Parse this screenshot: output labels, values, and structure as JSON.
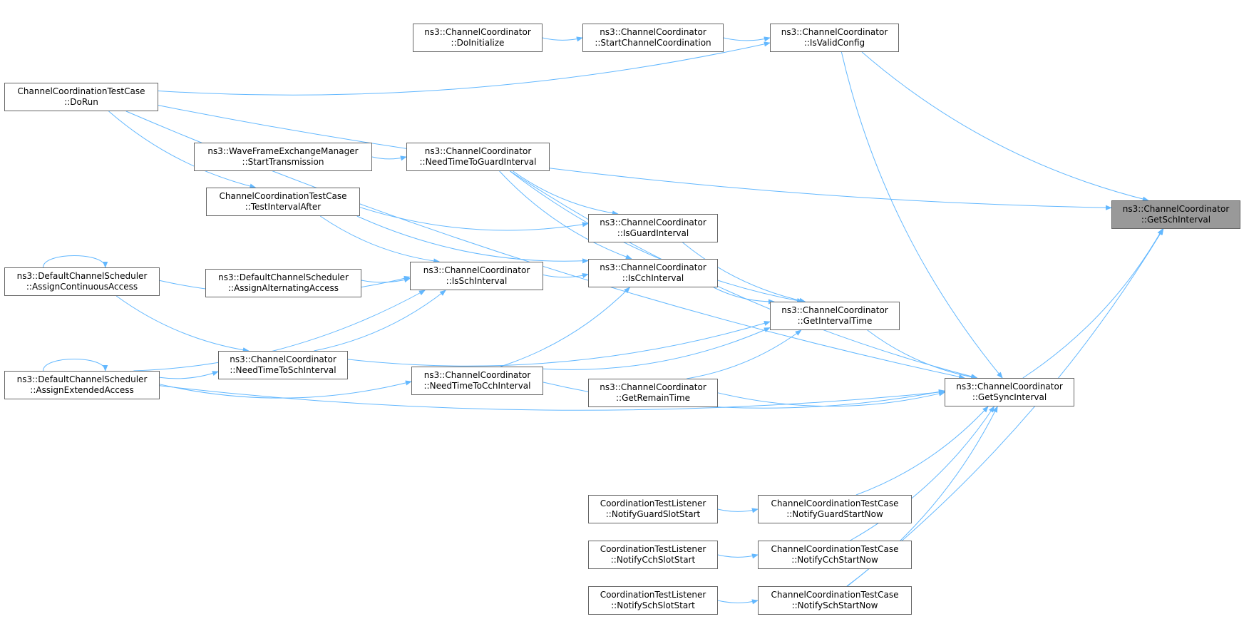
{
  "colors": {
    "edge": "#63b8ff",
    "node_border": "#666666",
    "selected_fill": "#999999"
  },
  "nodes": [
    {
      "id": "getsch",
      "line1": "ns3::ChannelCoordinator",
      "line2": "::GetSchInterval",
      "selected": true
    },
    {
      "id": "getsync",
      "line1": "ns3::ChannelCoordinator",
      "line2": "::GetSyncInterval"
    },
    {
      "id": "isvalid",
      "line1": "ns3::ChannelCoordinator",
      "line2": "::IsValidConfig"
    },
    {
      "id": "startcc",
      "line1": "ns3::ChannelCoordinator",
      "line2": "::StartChannelCoordination"
    },
    {
      "id": "doinit",
      "line1": "ns3::ChannelCoordinator",
      "line2": "::DoInitialize"
    },
    {
      "id": "dorun",
      "line1": "ChannelCoordinationTestCase",
      "line2": "::DoRun"
    },
    {
      "id": "wfem",
      "line1": "ns3::WaveFrameExchangeManager",
      "line2": "::StartTransmission"
    },
    {
      "id": "ntgi",
      "line1": "ns3::ChannelCoordinator",
      "line2": "::NeedTimeToGuardInterval"
    },
    {
      "id": "tia",
      "line1": "ChannelCoordinationTestCase",
      "line2": "::TestIntervalAfter"
    },
    {
      "id": "isguard",
      "line1": "ns3::ChannelCoordinator",
      "line2": "::IsGuardInterval"
    },
    {
      "id": "isch",
      "line1": "ns3::ChannelCoordinator",
      "line2": "::IsSchInterval"
    },
    {
      "id": "iscch",
      "line1": "ns3::ChannelCoordinator",
      "line2": "::IsCchInterval"
    },
    {
      "id": "aca",
      "line1": "ns3::DefaultChannelScheduler",
      "line2": "::AssignContinuousAccess"
    },
    {
      "id": "aaa",
      "line1": "ns3::DefaultChannelScheduler",
      "line2": "::AssignAlternatingAccess"
    },
    {
      "id": "git",
      "line1": "ns3::ChannelCoordinator",
      "line2": "::GetIntervalTime"
    },
    {
      "id": "ntsi",
      "line1": "ns3::ChannelCoordinator",
      "line2": "::NeedTimeToSchInterval"
    },
    {
      "id": "aea",
      "line1": "ns3::DefaultChannelScheduler",
      "line2": "::AssignExtendedAccess"
    },
    {
      "id": "ntci",
      "line1": "ns3::ChannelCoordinator",
      "line2": "::NeedTimeToCchInterval"
    },
    {
      "id": "grt",
      "line1": "ns3::ChannelCoordinator",
      "line2": "::GetRemainTime"
    },
    {
      "id": "ctl_guard",
      "line1": "CoordinationTestListener",
      "line2": "::NotifyGuardSlotStart"
    },
    {
      "id": "cct_guard",
      "line1": "ChannelCoordinationTestCase",
      "line2": "::NotifyGuardStartNow"
    },
    {
      "id": "ctl_cch",
      "line1": "CoordinationTestListener",
      "line2": "::NotifyCchSlotStart"
    },
    {
      "id": "cct_cch",
      "line1": "ChannelCoordinationTestCase",
      "line2": "::NotifyCchStartNow"
    },
    {
      "id": "ctl_sch",
      "line1": "CoordinationTestListener",
      "line2": "::NotifySchSlotStart"
    },
    {
      "id": "cct_sch",
      "line1": "ChannelCoordinationTestCase",
      "line2": "::NotifySchStartNow"
    }
  ],
  "edges": [
    {
      "from": "doinit",
      "to": "startcc"
    },
    {
      "from": "startcc",
      "to": "isvalid"
    },
    {
      "from": "dorun",
      "to": "isvalid"
    },
    {
      "from": "isvalid",
      "to": "getsch"
    },
    {
      "from": "dorun",
      "to": "getsch"
    },
    {
      "from": "dorun",
      "to": "getsync"
    },
    {
      "from": "dorun",
      "to": "tia"
    },
    {
      "from": "wfem",
      "to": "ntgi"
    },
    {
      "from": "ntgi",
      "to": "isguard"
    },
    {
      "from": "ntgi",
      "to": "iscch"
    },
    {
      "from": "ntgi",
      "to": "git"
    },
    {
      "from": "ntgi",
      "to": "getsync"
    },
    {
      "from": "tia",
      "to": "isguard"
    },
    {
      "from": "tia",
      "to": "iscch"
    },
    {
      "from": "tia",
      "to": "isch"
    },
    {
      "from": "isguard",
      "to": "git"
    },
    {
      "from": "iscch",
      "to": "git"
    },
    {
      "from": "isch",
      "to": "iscch"
    },
    {
      "from": "aca",
      "to": "isch"
    },
    {
      "from": "aaa",
      "to": "isch"
    },
    {
      "from": "aca",
      "to": "aca"
    },
    {
      "from": "aca",
      "to": "ntsi"
    },
    {
      "from": "aea",
      "to": "isch"
    },
    {
      "from": "aea",
      "to": "aea"
    },
    {
      "from": "aea",
      "to": "ntsi"
    },
    {
      "from": "aea",
      "to": "ntci"
    },
    {
      "from": "aea",
      "to": "getsync"
    },
    {
      "from": "ntsi",
      "to": "isch"
    },
    {
      "from": "ntsi",
      "to": "git"
    },
    {
      "from": "ntci",
      "to": "iscch"
    },
    {
      "from": "ntci",
      "to": "git"
    },
    {
      "from": "ntci",
      "to": "getsync"
    },
    {
      "from": "grt",
      "to": "git"
    },
    {
      "from": "grt",
      "to": "getsync"
    },
    {
      "from": "git",
      "to": "getsync"
    },
    {
      "from": "isvalid",
      "to": "getsync"
    },
    {
      "from": "getsync",
      "to": "getsch"
    },
    {
      "from": "ctl_guard",
      "to": "cct_guard"
    },
    {
      "from": "ctl_cch",
      "to": "cct_cch"
    },
    {
      "from": "ctl_sch",
      "to": "cct_sch"
    },
    {
      "from": "cct_guard",
      "to": "getsync"
    },
    {
      "from": "cct_cch",
      "to": "getsync"
    },
    {
      "from": "cct_sch",
      "to": "getsync"
    },
    {
      "from": "cct_sch",
      "to": "getsch"
    }
  ]
}
